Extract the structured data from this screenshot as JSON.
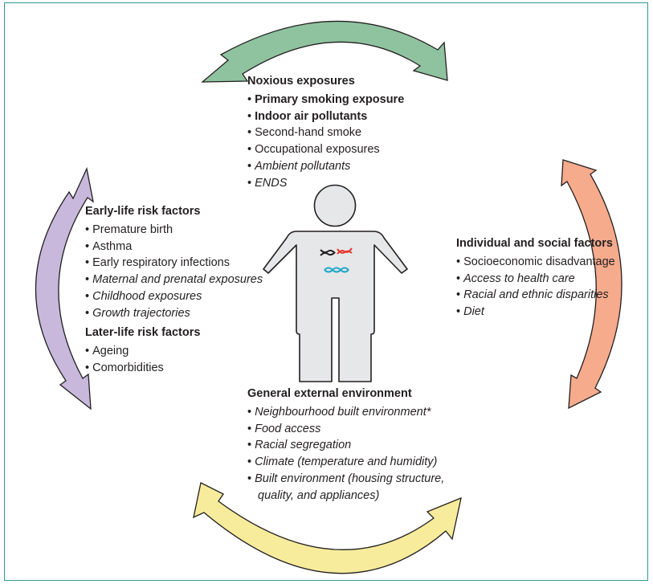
{
  "colors": {
    "frame": "#2e9a8a",
    "arrow_top": "#8fc3a0",
    "arrow_left": "#c7b8dc",
    "arrow_right": "#f6ab8d",
    "arrow_bottom": "#f7ec9c",
    "arrow_stroke": "#231f20",
    "figure_fill": "#e6e7e8",
    "figure_stroke": "#231f20",
    "dna_red": "#e5352d",
    "dna_cyan": "#1ea7c7",
    "dna_black": "#231f20"
  },
  "noxious": {
    "title": "Noxious exposures",
    "items": [
      {
        "text": "Primary smoking exposure",
        "style": "bold"
      },
      {
        "text": "Indoor air pollutants",
        "style": "bold"
      },
      {
        "text": "Second-hand smoke",
        "style": "normal"
      },
      {
        "text": "Occupational exposures",
        "style": "normal"
      },
      {
        "text": "Ambient pollutants",
        "style": "italic"
      },
      {
        "text": "ENDS",
        "style": "italic"
      }
    ]
  },
  "early_life": {
    "title": "Early-life risk factors",
    "items": [
      {
        "text": "Premature birth",
        "style": "normal"
      },
      {
        "text": "Asthma",
        "style": "normal"
      },
      {
        "text": "Early respiratory infections",
        "style": "normal"
      },
      {
        "text": "Maternal and prenatal exposures",
        "style": "italic"
      },
      {
        "text": "Childhood exposures",
        "style": "italic"
      },
      {
        "text": "Growth trajectories",
        "style": "italic"
      }
    ]
  },
  "later_life": {
    "title": "Later-life risk factors",
    "items": [
      {
        "text": "Ageing",
        "style": "normal"
      },
      {
        "text": "Comorbidities",
        "style": "normal"
      }
    ]
  },
  "individual_social": {
    "title": "Individual and social factors",
    "items": [
      {
        "text": "Socioeconomic disadvantage",
        "style": "normal"
      },
      {
        "text": "Access to health care",
        "style": "italic"
      },
      {
        "text": "Racial and ethnic disparities",
        "style": "italic"
      },
      {
        "text": "Diet",
        "style": "italic"
      }
    ]
  },
  "general_env": {
    "title": "General external environment",
    "items": [
      {
        "text": "Neighbourhood built environment*",
        "style": "italic"
      },
      {
        "text": "Food access",
        "style": "italic"
      },
      {
        "text": "Racial segregation",
        "style": "italic"
      },
      {
        "text": "Climate (temperature and humidity)",
        "style": "italic"
      },
      {
        "text": "Built environment (housing structure,",
        "style": "italic"
      }
    ],
    "continuation": "quality, and appliances)"
  }
}
